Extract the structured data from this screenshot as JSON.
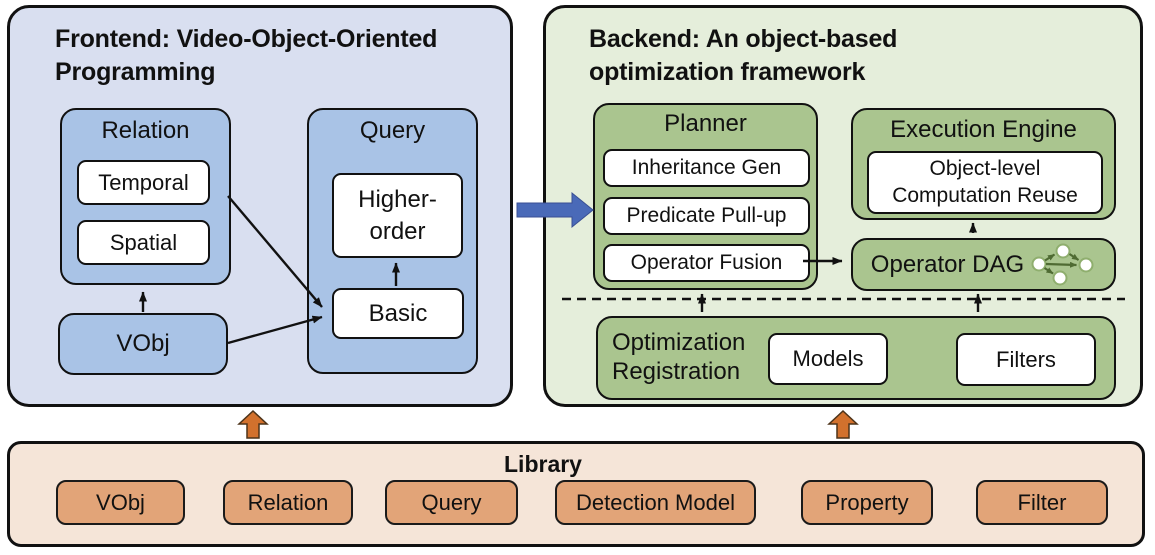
{
  "frontend": {
    "title": "Frontend: Video-Object-Oriented Programming",
    "relation": {
      "label": "Relation",
      "children": {
        "temporal": "Temporal",
        "spatial": "Spatial"
      }
    },
    "query": {
      "label": "Query",
      "children": {
        "higher_order": "Higher-order",
        "basic": "Basic"
      }
    },
    "vobj": {
      "label": "VObj"
    }
  },
  "backend": {
    "title": "Backend: An object-based optimization framework",
    "planner": {
      "label": "Planner",
      "children": [
        "Inheritance Gen",
        "Predicate Pull-up",
        "Operator Fusion"
      ]
    },
    "execution_engine": {
      "label": "Execution Engine",
      "children": [
        "Object-level Computation Reuse"
      ]
    },
    "operator_dag": {
      "label": "Operator DAG"
    },
    "optimization_registration": {
      "label": "Optimization Registration",
      "children": [
        "Models",
        "Filters"
      ]
    }
  },
  "library": {
    "title": "Library",
    "items": [
      "VObj",
      "Relation",
      "Query",
      "Detection Model",
      "Property",
      "Filter"
    ]
  },
  "icons": {
    "dag_icon": "dag-graph-icon",
    "flow_arrow": "frontend-to-backend-arrow",
    "library_arrows": "library-up-arrow"
  },
  "colors": {
    "frontend_bg": "#d9dff0",
    "frontend_box": "#a9c3e6",
    "backend_bg": "#e5eedb",
    "backend_box": "#aac58f",
    "library_bg": "#f5e5d8",
    "library_box": "#e2a478",
    "flow_arrow_blue": "#4a6ab8",
    "library_arrow_orange": "#d2712d",
    "dag_edge_green": "#4f6b33",
    "border": "#111111"
  }
}
